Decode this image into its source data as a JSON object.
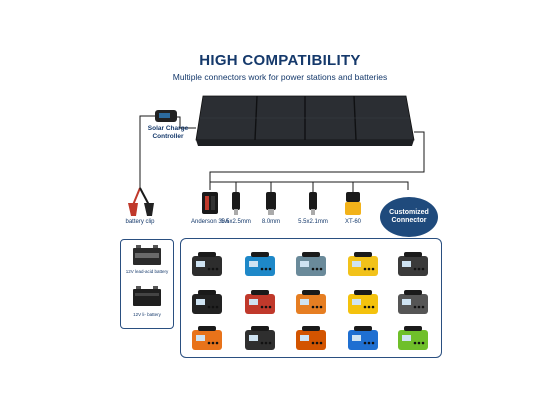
{
  "title": "HIGH COMPATIBILITY",
  "subtitle": "Multiple connectors work for power stations and batteries",
  "controller_label": "Solar Charge\nController",
  "connectors": [
    {
      "label": "battery clip",
      "icon": "battery-clip-icon"
    },
    {
      "label": "Anderson 30A",
      "icon": "anderson-connector-icon"
    },
    {
      "label": "5.5x2.5mm",
      "icon": "dc-plug-icon"
    },
    {
      "label": "8.0mm",
      "icon": "dc-plug-icon"
    },
    {
      "label": "5.5x2.1mm",
      "icon": "dc-plug-icon"
    },
    {
      "label": "XT-60",
      "icon": "xt60-connector-icon"
    }
  ],
  "custom_badge": "Customized\nConnector",
  "batteries": [
    {
      "label": "12V lead-acid battery"
    },
    {
      "label": "12V li- battery"
    }
  ],
  "colors": {
    "navy": "#15396b",
    "badge": "#1f4a7c",
    "panel": "#2b2e33",
    "wire": "#1a1a1a"
  },
  "power_stations": [
    {
      "icon": "power-station-icon",
      "color": "#2d2d2d"
    },
    {
      "icon": "power-station-icon",
      "color": "#1e88c8"
    },
    {
      "icon": "power-station-icon",
      "color": "#6a8a9a"
    },
    {
      "icon": "power-station-icon",
      "color": "#f2c21a"
    },
    {
      "icon": "power-station-icon",
      "color": "#3a3a3a"
    },
    {
      "icon": "power-station-icon",
      "color": "#222222"
    },
    {
      "icon": "power-station-icon",
      "color": "#c0392b"
    },
    {
      "icon": "power-station-icon",
      "color": "#e67e22"
    },
    {
      "icon": "power-station-icon",
      "color": "#f4c20d"
    },
    {
      "icon": "power-station-icon",
      "color": "#555555"
    },
    {
      "icon": "power-station-icon",
      "color": "#e8731a"
    },
    {
      "icon": "power-station-icon",
      "color": "#2f2f2f"
    },
    {
      "icon": "power-station-icon",
      "color": "#d35400"
    },
    {
      "icon": "power-station-icon",
      "color": "#1f6fd1"
    },
    {
      "icon": "power-station-icon",
      "color": "#6fbf2a"
    }
  ]
}
